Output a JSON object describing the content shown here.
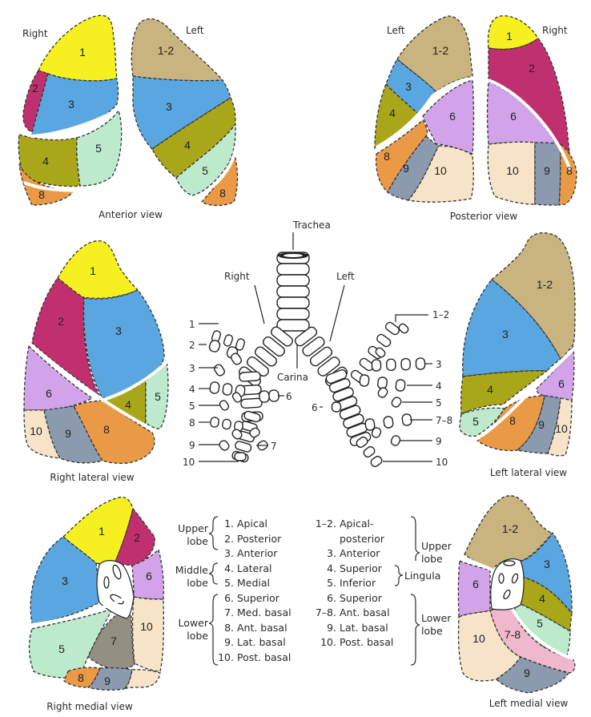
{
  "colors": {
    "seg1": "#f6f020",
    "seg2": "#c0306e",
    "seg3": "#5aa6e0",
    "seg4": "#a9a619",
    "seg5": "#bde9cc",
    "seg6": "#d3a3ea",
    "seg7": "#948f83",
    "seg78": "#f0b8cc",
    "seg8": "#ea9a46",
    "seg9": "#8b9aae",
    "seg10": "#f6e3c8",
    "seg12": "#c9b37e"
  },
  "anterior": {
    "caption": "Anterior view",
    "right_label": "Right",
    "left_label": "Left",
    "right_segments": [
      "1",
      "2",
      "3",
      "4",
      "5",
      "8"
    ],
    "left_segments": [
      "1-2",
      "3",
      "4",
      "5",
      "8"
    ]
  },
  "posterior": {
    "caption": "Posterior view",
    "left_label": "Left",
    "right_label": "Right",
    "left_segments": [
      "1-2",
      "3",
      "4",
      "6",
      "8",
      "9",
      "10"
    ],
    "right_segments": [
      "1",
      "2",
      "6",
      "10",
      "9",
      "8"
    ]
  },
  "right_lateral": {
    "caption": "Right lateral view",
    "segments": [
      "1",
      "2",
      "3",
      "6",
      "4",
      "5",
      "10",
      "9",
      "8"
    ]
  },
  "left_lateral": {
    "caption": "Left lateral view",
    "segments": [
      "1-2",
      "3",
      "4",
      "6",
      "5",
      "8",
      "9",
      "10"
    ]
  },
  "right_medial": {
    "caption": "Right medial view",
    "segments": [
      "1",
      "2",
      "3",
      "6",
      "10",
      "7",
      "5",
      "8",
      "9"
    ]
  },
  "left_medial": {
    "caption": "Left medial view",
    "segments": [
      "1-2",
      "3",
      "6",
      "4",
      "5",
      "10",
      "7-8",
      "9"
    ]
  },
  "bronchial_tree": {
    "trachea_label": "Trachea",
    "right_label": "Right",
    "left_label": "Left",
    "carina_label": "Carina",
    "right_branches": [
      "1",
      "2",
      "3",
      "4",
      "5",
      "8",
      "9",
      "10"
    ],
    "right_inner": [
      "6",
      "7"
    ],
    "left_branches": [
      "1–2",
      "3",
      "4",
      "5",
      "7–8",
      "9",
      "10"
    ],
    "left_inner": [
      "6"
    ]
  },
  "legend_right": {
    "groups": [
      {
        "name_line1": "Upper",
        "name_line2": "lobe",
        "items": [
          {
            "n": "1.",
            "label": "Apical"
          },
          {
            "n": "2.",
            "label": "Posterior"
          },
          {
            "n": "3.",
            "label": "Anterior"
          }
        ]
      },
      {
        "name_line1": "Middle",
        "name_line2": "lobe",
        "items": [
          {
            "n": "4.",
            "label": "Lateral"
          },
          {
            "n": "5.",
            "label": "Medial"
          }
        ]
      },
      {
        "name_line1": "Lower",
        "name_line2": "lobe",
        "items": [
          {
            "n": "6.",
            "label": "Superior"
          },
          {
            "n": "7.",
            "label": "Med. basal"
          },
          {
            "n": "8.",
            "label": "Ant. basal"
          },
          {
            "n": "9.",
            "label": "Lat. basal"
          },
          {
            "n": "10.",
            "label": "Post. basal"
          }
        ]
      }
    ]
  },
  "legend_left": {
    "items": [
      {
        "n": "1–2.",
        "label": "Apical-"
      },
      {
        "n": "",
        "label": "posterior"
      },
      {
        "n": "3.",
        "label": "Anterior"
      },
      {
        "n": "4.",
        "label": "Superior"
      },
      {
        "n": "5.",
        "label": "Inferior"
      },
      {
        "n": "6.",
        "label": "Superior"
      },
      {
        "n": "7–8.",
        "label": "Ant. basal"
      },
      {
        "n": "9.",
        "label": "Lat. basal"
      },
      {
        "n": "10.",
        "label": "Post. basal"
      }
    ],
    "upper_group": {
      "line1": "Upper",
      "line2": "lobe"
    },
    "lingula": "Lingula",
    "lower_group": {
      "line1": "Lower",
      "line2": "lobe"
    }
  }
}
